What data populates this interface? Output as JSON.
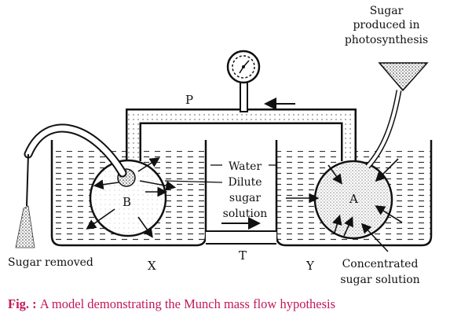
{
  "labels": {
    "sugar_produced_line1": "Sugar",
    "sugar_produced_line2": "produced in",
    "sugar_produced_line3": "photosynthesis",
    "pipe_p": "P",
    "tube_t": "T",
    "vessel_x": "X",
    "vessel_y": "Y",
    "bulb_a": "A",
    "bulb_b": "B",
    "water": "Water",
    "dilute_line1": "Dilute",
    "dilute_line2": "sugar",
    "dilute_line3": "solution",
    "sugar_removed": "Sugar removed",
    "concentrated_line1": "Concentrated",
    "concentrated_line2": "sugar solution"
  },
  "caption": {
    "lead": "Fig. : ",
    "text": "A model demonstrating the Munch mass flow hypothesis"
  },
  "colors": {
    "caption": "#c2185b",
    "ink": "#111111"
  }
}
